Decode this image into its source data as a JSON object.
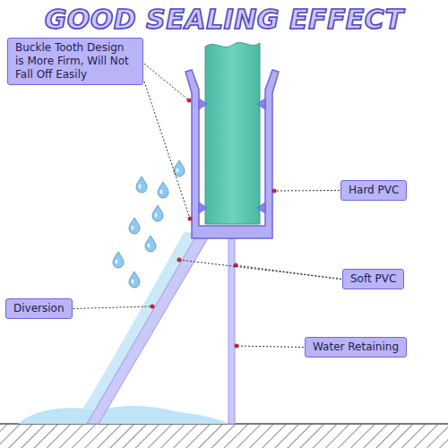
{
  "diagram": {
    "title": "GOOD SEALING EFFECT",
    "nodes": [
      {
        "text": [
          "Buckle Tooth Design is More Firm, Will Not Fall Off Easily"
        ]
      },
      {
        "text": [
          "Hard PVC"
        ]
      },
      {
        "text": [
          "Soft PVC"
        ]
      },
      {
        "text": [
          "Diversion"
        ]
      },
      {
        "text": [
          "Water Retaining"
        ]
      }
    ]
  }
}
